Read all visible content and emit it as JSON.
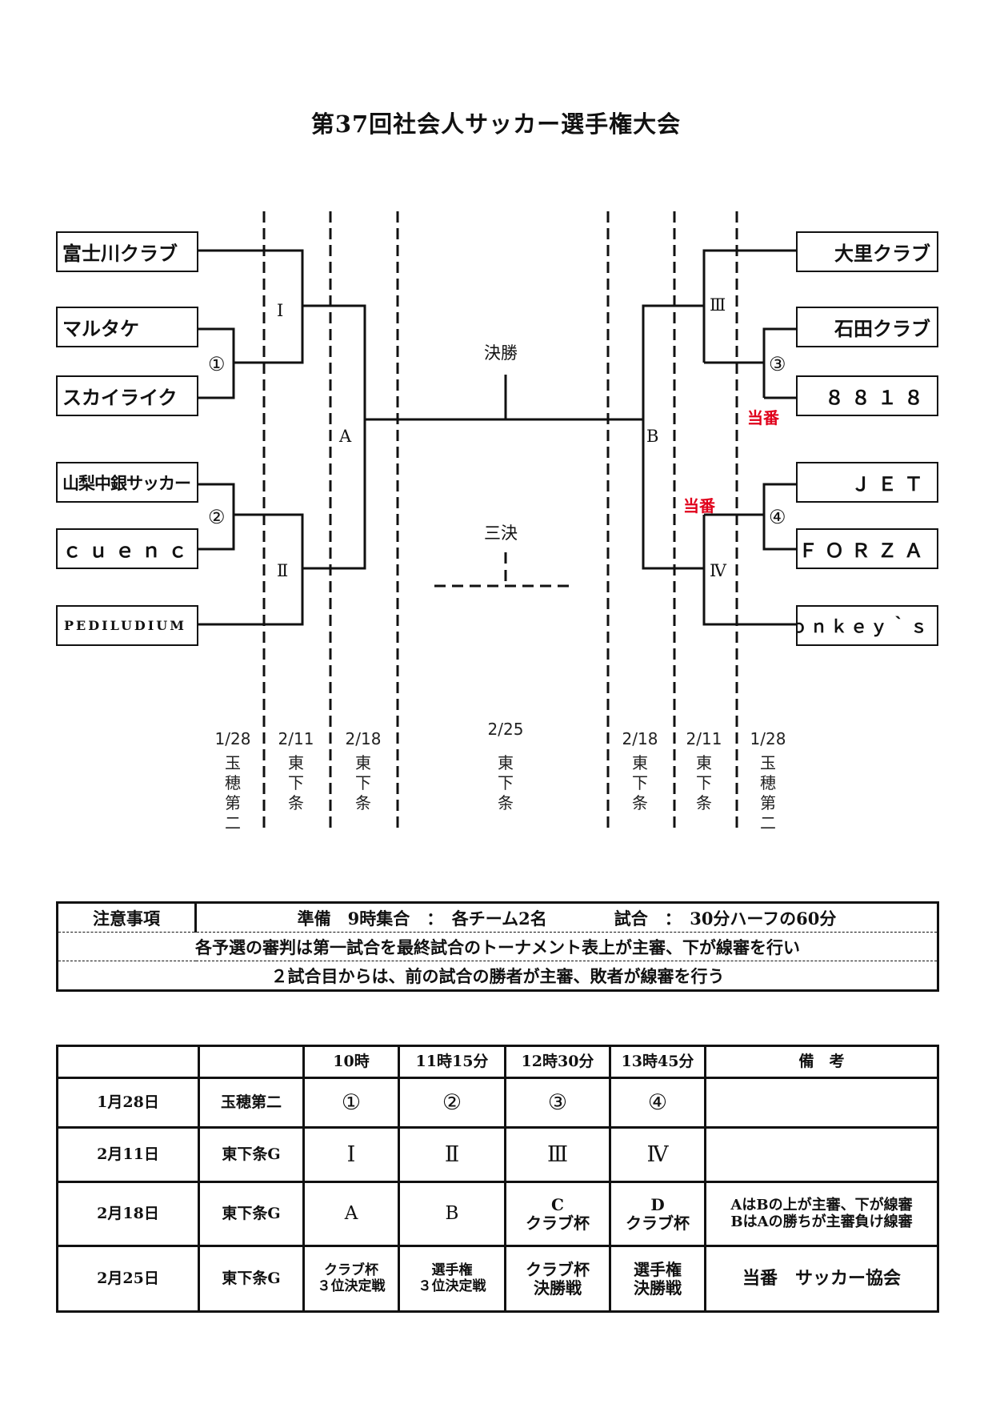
{
  "title": "第37回社会人サッカー選手権大会",
  "teams": {
    "left": [
      "富士川クラブ",
      "マルタケ",
      "スカイライク",
      "山梨中銀サッカー",
      "ｃｕｅｎｃａ",
      "PEDILUDIUM"
    ],
    "right": [
      "大里クラブ",
      "石田クラブ",
      "８８１８",
      "ＪＥＴ",
      "ＦＯＲＺＡ",
      "Ｍｏｎｋｅｙ｀ｓ"
    ]
  },
  "bracket_labels": {
    "g1": "①",
    "g2": "②",
    "g3": "③",
    "g4": "④",
    "i": "Ⅰ",
    "ii": "Ⅱ",
    "iii": "Ⅲ",
    "iv": "Ⅳ",
    "a": "A",
    "b": "B",
    "final": "決勝",
    "third": "三決",
    "duty": "当番"
  },
  "dates": [
    {
      "date": "1/28",
      "venue": [
        "玉",
        "穂",
        "第",
        "二"
      ]
    },
    {
      "date": "2/11",
      "venue": [
        "東",
        "下",
        "条"
      ]
    },
    {
      "date": "2/18",
      "venue": [
        "東",
        "下",
        "条"
      ]
    },
    {
      "date": "2/25",
      "venue": [
        "東",
        "下",
        "条"
      ]
    },
    {
      "date": "2/18",
      "venue": [
        "東",
        "下",
        "条"
      ]
    },
    {
      "date": "2/11",
      "venue": [
        "東",
        "下",
        "条"
      ]
    },
    {
      "date": "1/28",
      "venue": [
        "玉",
        "穂",
        "第",
        "二"
      ]
    }
  ],
  "notes": {
    "heading": "注意事項",
    "line1": "準備　9時集合　：　各チーム2名　　　　試合　：　30分ハーフの60分",
    "line2": "各予選の審判は第一試合を最終試合のトーナメント表上が主審、下が線審を行い",
    "line3": "２試合目からは、前の試合の勝者が主審、敗者が線審を行う"
  },
  "schedule": {
    "headers": [
      "",
      "",
      "10時",
      "11時15分",
      "12時30分",
      "13時45分",
      "備　考"
    ],
    "rows": [
      {
        "date": "1月28日",
        "venue": "玉穂第二",
        "s1": "①",
        "s2": "②",
        "s3": "③",
        "s4": "④",
        "note": ""
      },
      {
        "date": "2月11日",
        "venue": "東下条G",
        "s1": "Ⅰ",
        "s2": "Ⅱ",
        "s3": "Ⅲ",
        "s4": "Ⅳ",
        "note": ""
      },
      {
        "date": "2月18日",
        "venue": "東下条G",
        "s1": "A",
        "s2": "B",
        "s3a": "C",
        "s3b": "クラブ杯",
        "s4a": "D",
        "s4b": "クラブ杯",
        "note1": "AはBの上が主審、下が線審",
        "note2": "BはAの勝ちが主審負け線審"
      },
      {
        "date": "2月25日",
        "venue": "東下条G",
        "s1a": "クラブ杯",
        "s1b": "３位決定戦",
        "s2a": "選手権",
        "s2b": "３位決定戦",
        "s3a": "クラブ杯",
        "s3b": "決勝戦",
        "s4a": "選手権",
        "s4b": "決勝戦",
        "note": "当番　サッカー協会"
      }
    ]
  }
}
